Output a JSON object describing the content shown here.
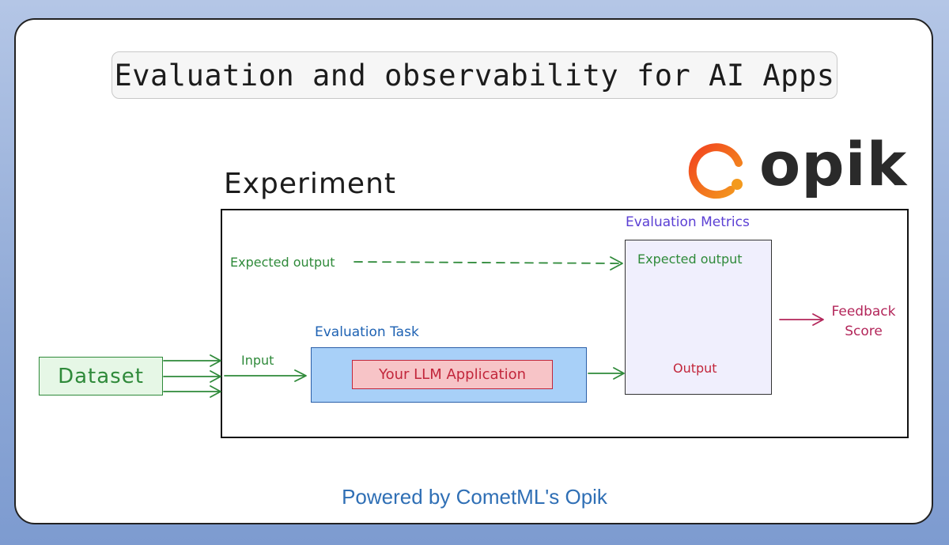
{
  "title": "Evaluation and observability for AI Apps",
  "logo": {
    "text": "opik",
    "brand_color": "#f2431f",
    "ring_color": "#f39a1e"
  },
  "experiment": {
    "label": "Experiment",
    "evaluation_metrics": {
      "label": "Evaluation Metrics",
      "expected_output": "Expected output",
      "output": "Output"
    },
    "expected_output_label": "Expected output",
    "evaluation_task": {
      "label": "Evaluation Task",
      "application": "Your LLM Application"
    },
    "input_label": "Input",
    "feedback_score": [
      "Feedback",
      "Score"
    ]
  },
  "dataset": "Dataset",
  "footer": "Powered by CometML's Opik",
  "colors": {
    "green": "#2f8a3a",
    "red": "#c2263b",
    "purple": "#5b3fd4",
    "blue": "#1e62b3",
    "magenta": "#b3265a"
  }
}
